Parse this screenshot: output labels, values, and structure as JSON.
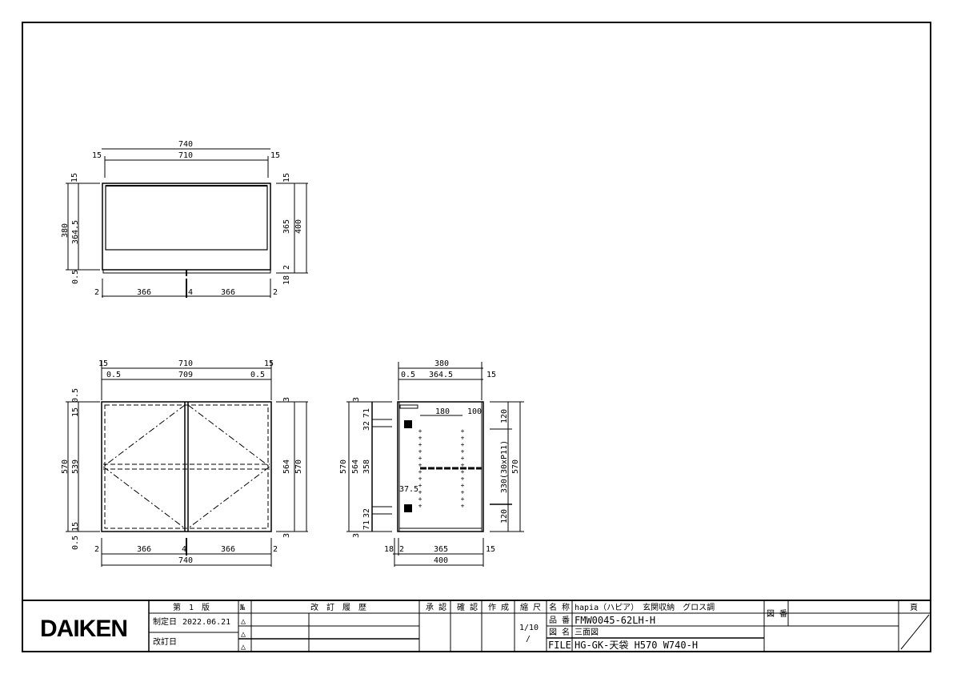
{
  "drawing": {
    "top_view": {
      "dims": [
        "740",
        "710",
        "15",
        "15",
        "15",
        "380",
        "364.5",
        "0.5",
        "15",
        "365",
        "400",
        "2",
        "18",
        "2",
        "366",
        "4",
        "366",
        "2"
      ]
    },
    "front_view": {
      "dims": [
        "15",
        "710",
        "15",
        "0.5",
        "709",
        "0.5",
        "0.5",
        "15",
        "570",
        "539",
        "15",
        "0.5",
        "3",
        "564",
        "570",
        "3",
        "2",
        "366",
        "4",
        "366",
        "2",
        "740"
      ]
    },
    "side_view": {
      "dims": [
        "380",
        "0.5",
        "364.5",
        "15",
        "3",
        "570",
        "564",
        "358",
        "32",
        "71",
        "32",
        "71",
        "3",
        "180",
        "100",
        "37.5",
        "120",
        "330(30xP11)",
        "570",
        "120",
        "18",
        "2",
        "365",
        "15",
        "400"
      ]
    }
  },
  "title_block": {
    "logo": "DAIKEN",
    "edition": "第　1　版",
    "established_label": "制定日",
    "established_date": "2022.06.21",
    "revised_label": "改訂日",
    "no_label": "№",
    "revision_history": "改　訂　履　歴",
    "approved": "承 認",
    "checked": "確 認",
    "created": "作 成",
    "scale_label": "縮 尺",
    "scale_value": "1/10",
    "scale_slash": "/",
    "name_label": "名 称",
    "name_value": "hapia（ハピア）　玄関収納　グロス調",
    "part_label": "品 番",
    "part_value": "FMW0045-62LH-H",
    "drawing_name_label": "図 名",
    "drawing_name_value": "三面図",
    "file_label": "FILE",
    "file_value": "HG-GK-天袋 H570 W740-H",
    "drawing_no_label": "図 番",
    "page_label": "頁",
    "rev_marks": [
      "△",
      "△",
      "△"
    ]
  }
}
